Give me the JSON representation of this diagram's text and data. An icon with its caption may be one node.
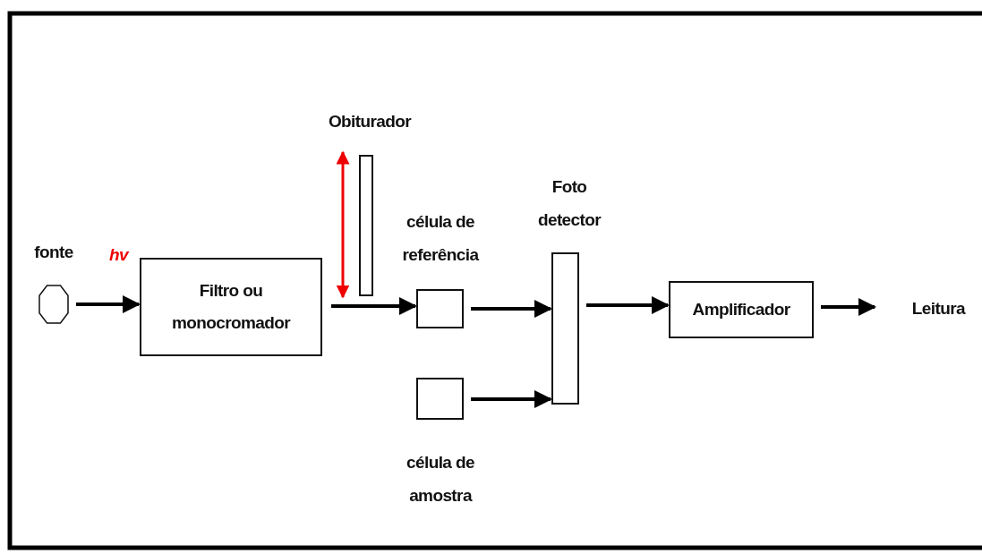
{
  "diagram": {
    "nodes": [
      {
        "text": [],
        "shape": "circle",
        "beside": [
          "fonte"
        ]
      },
      {
        "text": [
          "Filtro ou monocromador"
        ]
      },
      {
        "text": [],
        "shape": "bar",
        "beside": [
          "Obiturador"
        ]
      },
      {
        "text": [],
        "shape": "box",
        "beside": [
          "célula de referência"
        ]
      },
      {
        "text": [],
        "shape": "box",
        "beside": [
          "célula de amostra"
        ]
      },
      {
        "text": [],
        "shape": "bar",
        "beside": [
          "Foto detector"
        ]
      },
      {
        "text": [
          "Amplificador"
        ]
      },
      {
        "text": [
          "Leitura"
        ]
      }
    ],
    "edges": [
      {
        "from": 0,
        "to": 1,
        "arrow": "to",
        "label": "hv"
      },
      {
        "from": 1,
        "to": 3,
        "arrow": "to"
      },
      {
        "from": 3,
        "to": 5,
        "arrow": "to"
      },
      {
        "from": 4,
        "to": 5,
        "arrow": "to"
      },
      {
        "from": 5,
        "to": 6,
        "arrow": "to"
      },
      {
        "from": 6,
        "to": 7,
        "arrow": "to"
      }
    ]
  }
}
